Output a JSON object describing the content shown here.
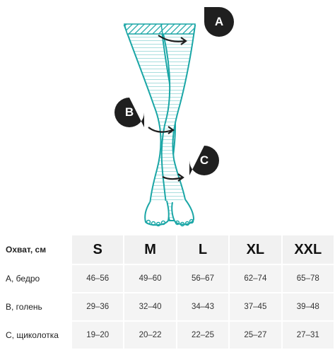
{
  "markers": [
    {
      "letter": "A",
      "color": "#1f1f1f"
    },
    {
      "letter": "B",
      "color": "#1f1f1f"
    },
    {
      "letter": "C",
      "color": "#1f1f1f"
    }
  ],
  "colors": {
    "stocking_outline": "#1aa6a6",
    "stripes": "#8fd6d6",
    "arrow": "#1f1f1f"
  },
  "table": {
    "header_label": "Охват, см",
    "sizes": [
      "S",
      "M",
      "L",
      "XL",
      "XXL"
    ],
    "rows": [
      {
        "label": "A, бедро",
        "values": [
          "46–56",
          "49–60",
          "56–67",
          "62–74",
          "65–78"
        ]
      },
      {
        "label": "B, голень",
        "values": [
          "29–36",
          "32–40",
          "34–43",
          "37–45",
          "39–48"
        ]
      },
      {
        "label": "C, щиколотка",
        "values": [
          "19–20",
          "20–22",
          "22–25",
          "25–27",
          "27–31"
        ]
      }
    ]
  }
}
